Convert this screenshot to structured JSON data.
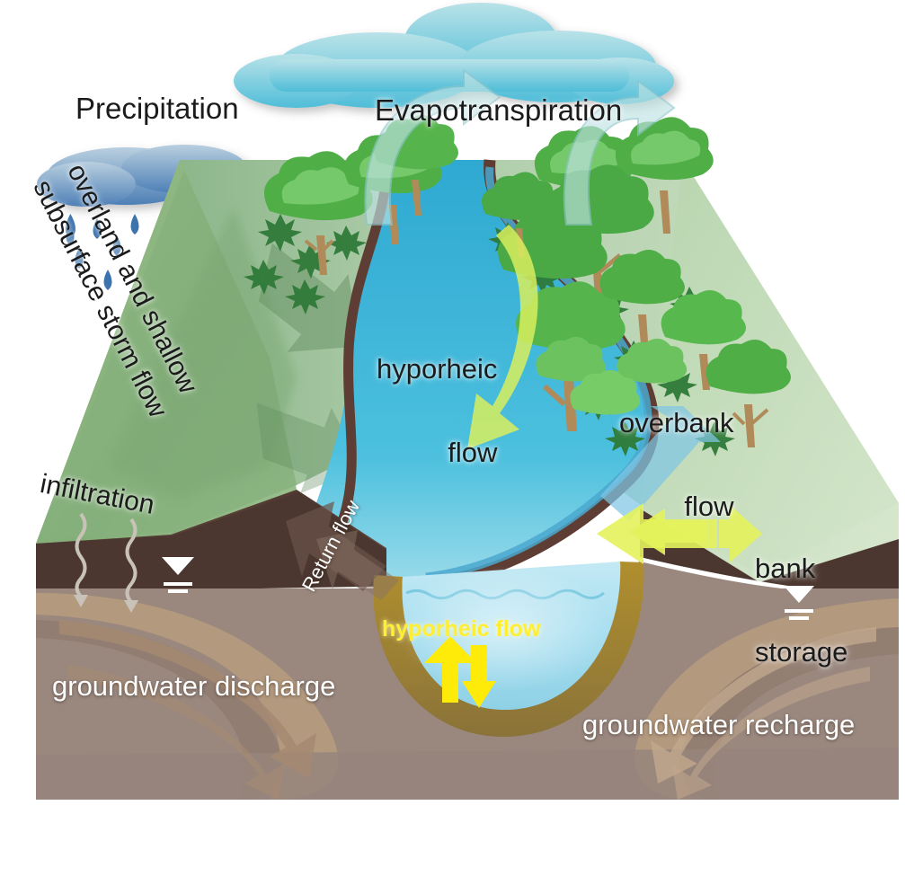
{
  "diagram": {
    "title": "Stream–aquifer hydrologic exchange (hyporheic) block diagram",
    "background_color": "#ffffff"
  },
  "labels": {
    "precipitation": "Precipitation",
    "evapotranspiration": "Evapotranspiration",
    "overland_line1": "overland and shallow",
    "overland_line2": "subsurface storm flow",
    "infiltration": "infiltration",
    "hyporheic_flow_upper_line1": "hyporheic",
    "hyporheic_flow_upper_line2": "flow",
    "overbank_flow_line1": "overbank",
    "overbank_flow_line2": "flow",
    "bank_storage_line1": "bank",
    "bank_storage_line2": "storage",
    "return_flow": "Return flow",
    "hyporheic_flow_lower": "hyporheic flow",
    "groundwater_discharge": "groundwater discharge",
    "groundwater_recharge": "groundwater recharge"
  },
  "icons": {
    "cloud_big": "cloud-icon",
    "cloud_rain": "rain-cloud-icon",
    "raindrops": "raindrop-icon",
    "evap_arrow_left": "curved-up-arrow-icon",
    "evap_arrow_right": "curved-up-arrow-icon",
    "storm_flow_arrow": "downslope-arrow-icon",
    "infiltration_squiggles": "wavy-down-arrow-icon",
    "water_table_left": "water-table-symbol-icon",
    "water_table_right": "water-table-symbol-icon",
    "return_flow_arrow": "return-flow-arrow-icon",
    "hyporheic_curve_arrow": "curved-arrow-icon",
    "overbank_arrow": "overbank-arrow-icon",
    "bank_storage_arrow_left": "left-arrow-icon",
    "bank_storage_arrow_right": "right-arrow-icon",
    "hyporheic_up_arrow": "up-arrow-icon",
    "hyporheic_down_arrow": "down-arrow-icon",
    "discharge_loop": "curved-loop-arrow-icon",
    "recharge_loop": "curved-loop-arrow-icon",
    "trees": "tree-icon",
    "shrubs": "shrub-icon"
  },
  "colors": {
    "cloud_top": "#a8dbe4",
    "cloud_bottom": "#56c0da",
    "rain_cloud": "#5f87b8",
    "raindrop": "#3b6fa8",
    "river_surface": "#33b0d6",
    "water_shallow": "#bde6f2",
    "water_deep": "#8fd3e8",
    "terrain_green_left": "#8fb782",
    "terrain_green_right": "#c4ddbb",
    "terrain_green_dark": "#6d9a74",
    "bank_dark_brown": "#5e3e34",
    "soil_dark": "#4b372f",
    "aquifer_brown": "#ad8e72",
    "aquifer_band": "#7b6356",
    "bedrock": "#8c7a72",
    "streambed_sediment": "#9b7f33",
    "arrow_yellow_green": "#e4f25c",
    "arrow_yellow": "#ffeb0a",
    "label_dark": "#1b1b1b",
    "label_white": "#ffffff"
  }
}
